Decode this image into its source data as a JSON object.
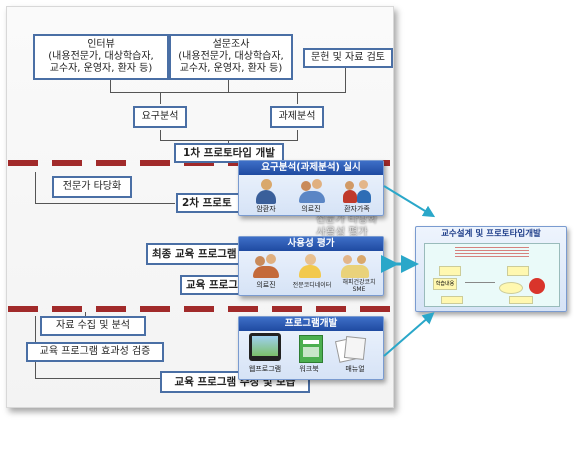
{
  "flow": {
    "interview": "인터뷰\n(내용전문가, 대상학습자,\n교수자, 운영자, 환자 등)",
    "survey": "설문조사\n(내용전문가, 대상학습자,\n교수자, 운영자, 환자 등)",
    "literature": "문헌 및 자료 검토",
    "needs_analysis": "요구분석",
    "task_analysis": "과제분석",
    "proto1": "1차 프로토타입 개발",
    "expert_review": "전문가 타당화",
    "proto2": "2차 프로토",
    "expert_usability": "전문가 타당화\n사용성 평가",
    "final_program": "최종 교육 프로그램",
    "program_partial": "교육 프로그",
    "data_collection": "자료 수집 및 분석",
    "effectiveness": "교육 프로그램 효과성 검증",
    "revision": "교육 프로그램 수정 및 보급"
  },
  "panels": {
    "needs": {
      "title": "요구분석(과제분석) 실시",
      "items": [
        "암환자",
        "의료진",
        "환자가족"
      ]
    },
    "usability": {
      "title": "사용성 평가",
      "items": [
        "의료진",
        "전문코디네이터",
        "해피건강코치 SME"
      ]
    },
    "program_dev": {
      "title": "프로그램개발",
      "items": [
        "웹프로그램",
        "워크북",
        "매뉴얼"
      ]
    },
    "design": {
      "title": "교수설계 및 프로토타입개발",
      "caption": "학습내용"
    }
  }
}
